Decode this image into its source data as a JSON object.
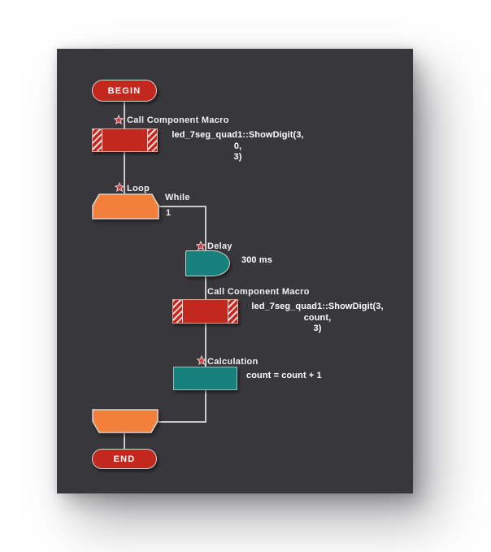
{
  "colors": {
    "panel": "#38373b",
    "red": "#c3281e",
    "orange": "#f2803a",
    "teal": "#17807c",
    "connector": "#c9c9c9",
    "label": "#f0f0f0"
  },
  "flow": {
    "begin": {
      "label": "BEGIN"
    },
    "macro1": {
      "title": "Call Component Macro",
      "line1": "led_7seg_quad1::ShowDigit(3,",
      "line2": "0,",
      "line3": "3)"
    },
    "loop": {
      "title": "Loop",
      "condition": "While",
      "value": "1"
    },
    "delay": {
      "title": "Delay",
      "detail": "300 ms"
    },
    "macro2": {
      "title": "Call Component Macro",
      "line1": "led_7seg_quad1::ShowDigit(3,",
      "line2": "count,",
      "line3": "3)"
    },
    "calc": {
      "title": "Calculation",
      "detail": "count = count + 1"
    },
    "end": {
      "label": "END"
    }
  }
}
